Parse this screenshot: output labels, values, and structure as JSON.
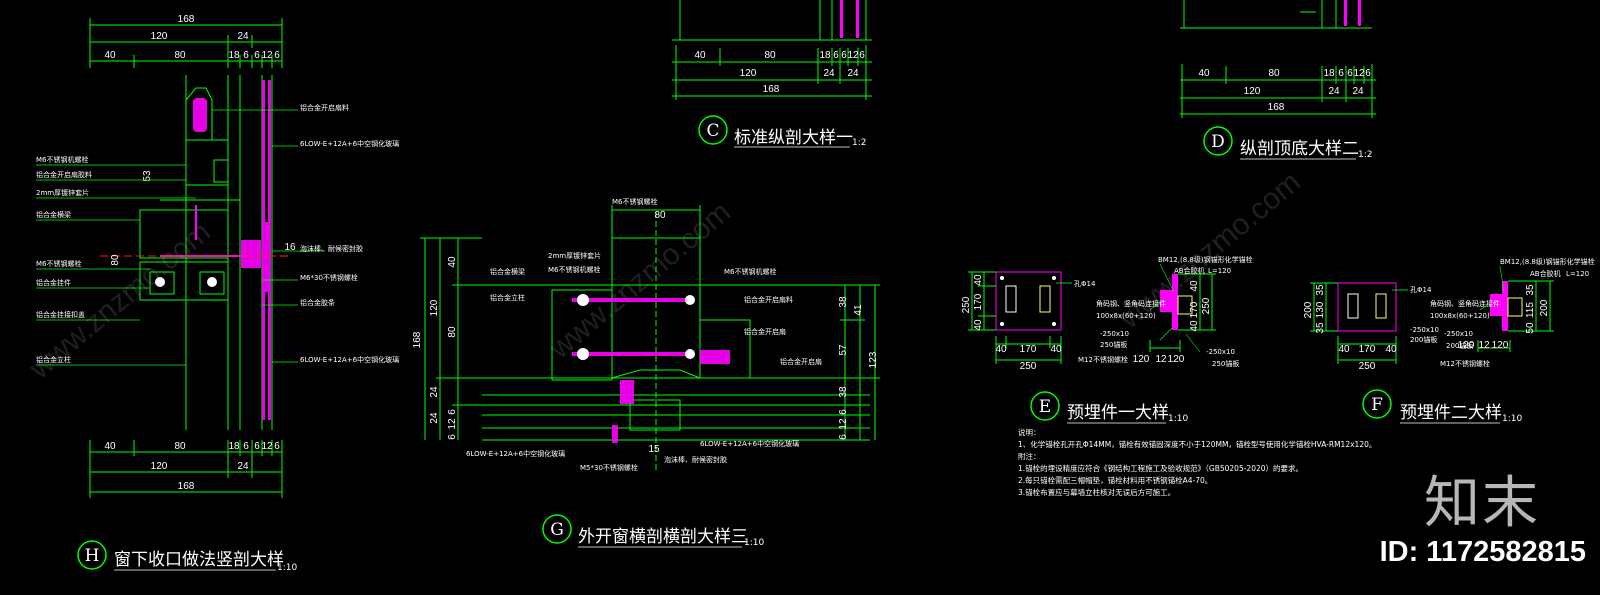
{
  "watermark": {
    "logo": "知末",
    "id": "ID: 1172582815",
    "site": "www.znzmo.com"
  },
  "colors": {
    "line": "#00ff00",
    "dim": "#ffffff",
    "hatch": "#ff00ff",
    "accent": "#ff2020",
    "bg": "#000000"
  },
  "details": {
    "H": {
      "letter": "H",
      "title": "窗下收口做法竖剖大样",
      "scale": "1:10",
      "dims_top": [
        "168",
        "120",
        "24",
        "40",
        "80",
        "18",
        "6",
        "6",
        "12",
        "6"
      ],
      "dims_bottom": [
        "40",
        "80",
        "18",
        "6",
        "6",
        "12",
        "6",
        "120",
        "24",
        "168"
      ],
      "vdims": [
        "53",
        "80",
        "16"
      ],
      "notes_left": [
        "M6不锈钢机螺栓",
        "铝合金开启扇胶料",
        "2mm厚镀锌套片",
        "铝合金横梁",
        "M6不锈钢螺栓",
        "铝合金挂件",
        "铝合金挂接扣盖",
        "铝合金立柱"
      ],
      "notes_right": [
        "铝合金开启扇料",
        "6LOW-E+12A+6中空钢化玻璃",
        "泡沫棒、耐候密封胶",
        "M6*30不锈钢螺栓",
        "铝合金胶条",
        "6LOW-E+12A+6中空钢化玻璃"
      ]
    },
    "C": {
      "letter": "C",
      "title": "标准纵剖大样一",
      "scale": "1:2",
      "dims": [
        "40",
        "80",
        "18",
        "6",
        "6",
        "12",
        "6",
        "120",
        "24",
        "24",
        "168"
      ]
    },
    "D": {
      "letter": "D",
      "title": "纵剖顶底大样二",
      "scale": "1:2",
      "dims": [
        "40",
        "80",
        "18",
        "6",
        "6",
        "12",
        "6",
        "120",
        "24",
        "24",
        "168"
      ]
    },
    "G": {
      "letter": "G",
      "title": "外开窗横剖横剖大样三",
      "scale": "1:10",
      "dims_top": [
        "M6不锈钢螺栓",
        "80"
      ],
      "vdims_left": [
        "168",
        "40",
        "120",
        "80",
        "24",
        "24",
        "6",
        "12",
        "6"
      ],
      "vdims_right": [
        "38",
        "41",
        "57",
        "123",
        "38",
        "6",
        "12",
        "6"
      ],
      "notes": [
        "铝合金横梁",
        "铝合金立柱",
        "2mm厚镀锌套片",
        "M6不锈钢机螺栓",
        "M6不锈钢机螺栓",
        "铝合金开启扇料",
        "铝合金开启扇",
        "铝合金开启扇",
        "6LOW-E+12A+6中空钢化玻璃",
        "6LOW-E+12A+6中空钢化玻璃",
        "M5*30不锈钢螺栓",
        "泡沫棒、耐候密封胶"
      ],
      "bottom_dim": "15"
    },
    "E": {
      "letter": "E",
      "title": "预埋件一大样",
      "scale": "1:10",
      "vdims": [
        "250",
        "40",
        "170",
        "40"
      ],
      "hdims": [
        "40",
        "170",
        "40",
        "250"
      ],
      "label_hole": "孔Φ14",
      "labels": [
        "BM12,(8.8级)钢锚形化学锚栓",
        "AB合胶机",
        "L=120",
        "角码钢、竖角码连接件",
        "100x8x(60+120)",
        "-250x10",
        "250锚板",
        "M12不锈钢螺栓",
        "-250x10",
        "250锚板"
      ],
      "small_dims": [
        "120",
        "12",
        "120"
      ],
      "side_vdims": [
        "40",
        "170",
        "40",
        "250"
      ]
    },
    "F": {
      "letter": "F",
      "title": "预埋件二大样",
      "scale": "1:10",
      "vdims": [
        "200",
        "35",
        "130",
        "35"
      ],
      "hdims": [
        "40",
        "170",
        "40",
        "250"
      ],
      "label_hole": "孔Φ14",
      "labels": [
        "BM12,(8.8级)钢锚形化学锚栓",
        "AB合胶机",
        "L=120",
        "角码钢、竖角码连接件",
        "100x8x(60+120)",
        "-250x10",
        "200锚板",
        "M12不锈钢螺栓",
        "-250x10",
        "200锚板"
      ],
      "small_dims": [
        "120",
        "12",
        "120"
      ],
      "side_vdims": [
        "35",
        "115",
        "50",
        "200"
      ]
    }
  },
  "explanation": {
    "heading": "说明：",
    "lines": [
      "1、化学锚栓孔开孔Φ14MM，锚栓有效锚固深度不小于120MM，锚栓型号使用化学锚栓HVA-RM12x120。",
      "附注：",
      "1.锚栓的埋设精度应符合《钢结构工程施工及验收规范》（GB50205-2020）的要求。",
      "2.每只锚栓需配三帽帽垫，锚栓材料用不锈钢锚栓A4-70。",
      "3.锚栓布置应与幕墙立柱核对无误后方可施工。"
    ]
  }
}
